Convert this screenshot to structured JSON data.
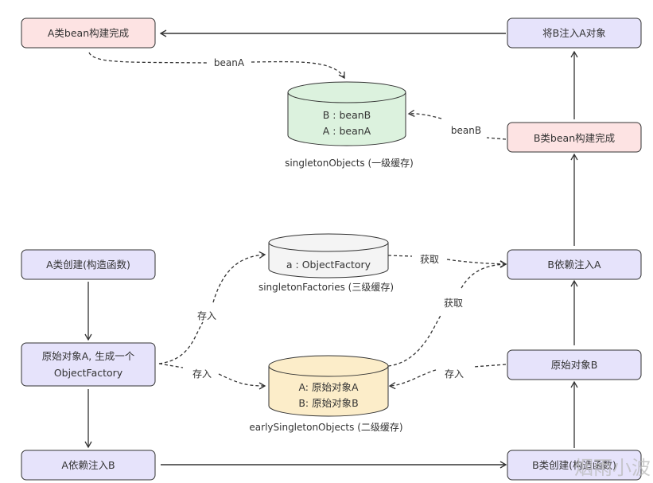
{
  "diagram": {
    "colors": {
      "purple_box": "#e6e3fb",
      "pink_box": "#fde3e3",
      "green_cylinder": "#dcf2de",
      "gray_cylinder": "#f4f4f4",
      "yellow_cylinder": "#fcedc9",
      "stroke": "#333333"
    },
    "boxes": {
      "a_bean_done": "A类bean构建完成",
      "inject_b_into_a": "将B注入A对象",
      "b_bean_done": "B类bean构建完成",
      "a_create": "A类创建(构造函数)",
      "raw_a_line1": "原始对象A, 生成一个",
      "raw_a_line2": "ObjectFactory",
      "a_inject_b": "A依赖注入B",
      "b_inject_a": "B依赖注入A",
      "raw_b": "原始对象B",
      "b_create": "B类创建(构造函数)"
    },
    "caches": {
      "singleton_objects": {
        "entries": [
          "B : beanB",
          "A : beanA"
        ],
        "caption": "singletonObjects (一级缓存)"
      },
      "singleton_factories": {
        "entries": [
          "a : ObjectFactory"
        ],
        "caption": "singletonFactories (三级缓存)"
      },
      "early_singleton_objects": {
        "entries": [
          "A:  原始对象A",
          "B:  原始对象B"
        ],
        "caption": "earlySingletonObjects (二级缓存)"
      }
    },
    "edge_labels": {
      "bean_a": "beanA",
      "bean_b": "beanB",
      "get_from_factories": "获取",
      "get_from_early": "获取",
      "store_to_factories": "存入",
      "store_to_early_from_a": "存入",
      "store_to_early_from_b": "存入"
    },
    "watermark": "烟雨小波"
  }
}
